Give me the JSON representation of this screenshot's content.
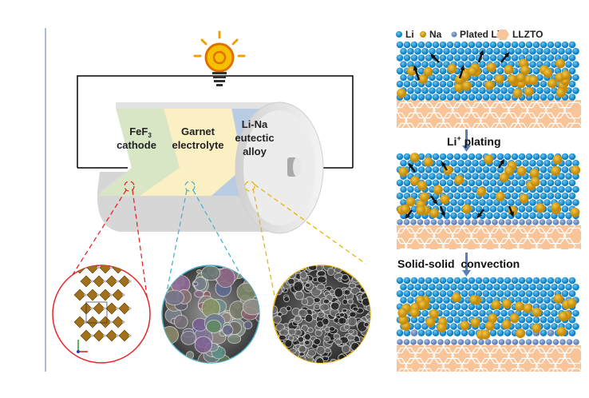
{
  "battery": {
    "cathode": {
      "line1": "FeF",
      "sub": "3",
      "line2": "cathode"
    },
    "electrolyte": {
      "line1": "Garnet",
      "line2": "electrolyte"
    },
    "anode": {
      "line1": "Li-Na",
      "line2": "eutectic",
      "line3": "alloy"
    }
  },
  "legend": {
    "li": "Li",
    "na": "Na",
    "plated": "Plated Li",
    "llzto": "LLZTO"
  },
  "steps": {
    "plating_pre": "Li",
    "plating_sup": "+",
    "plating_post": " plating",
    "convection": "Solid-solid  convection"
  },
  "colors": {
    "li": "#1a8fd0",
    "na": "#d9a010",
    "plated": "#6f8fc0",
    "llzto": "#f8c498",
    "cathode": "#d9e6c6",
    "electrolyte": "#fbefc4",
    "anode": "#b8cce4",
    "red": "#e8262a",
    "cyan": "#4ab3cf",
    "yellow": "#f0b400"
  }
}
